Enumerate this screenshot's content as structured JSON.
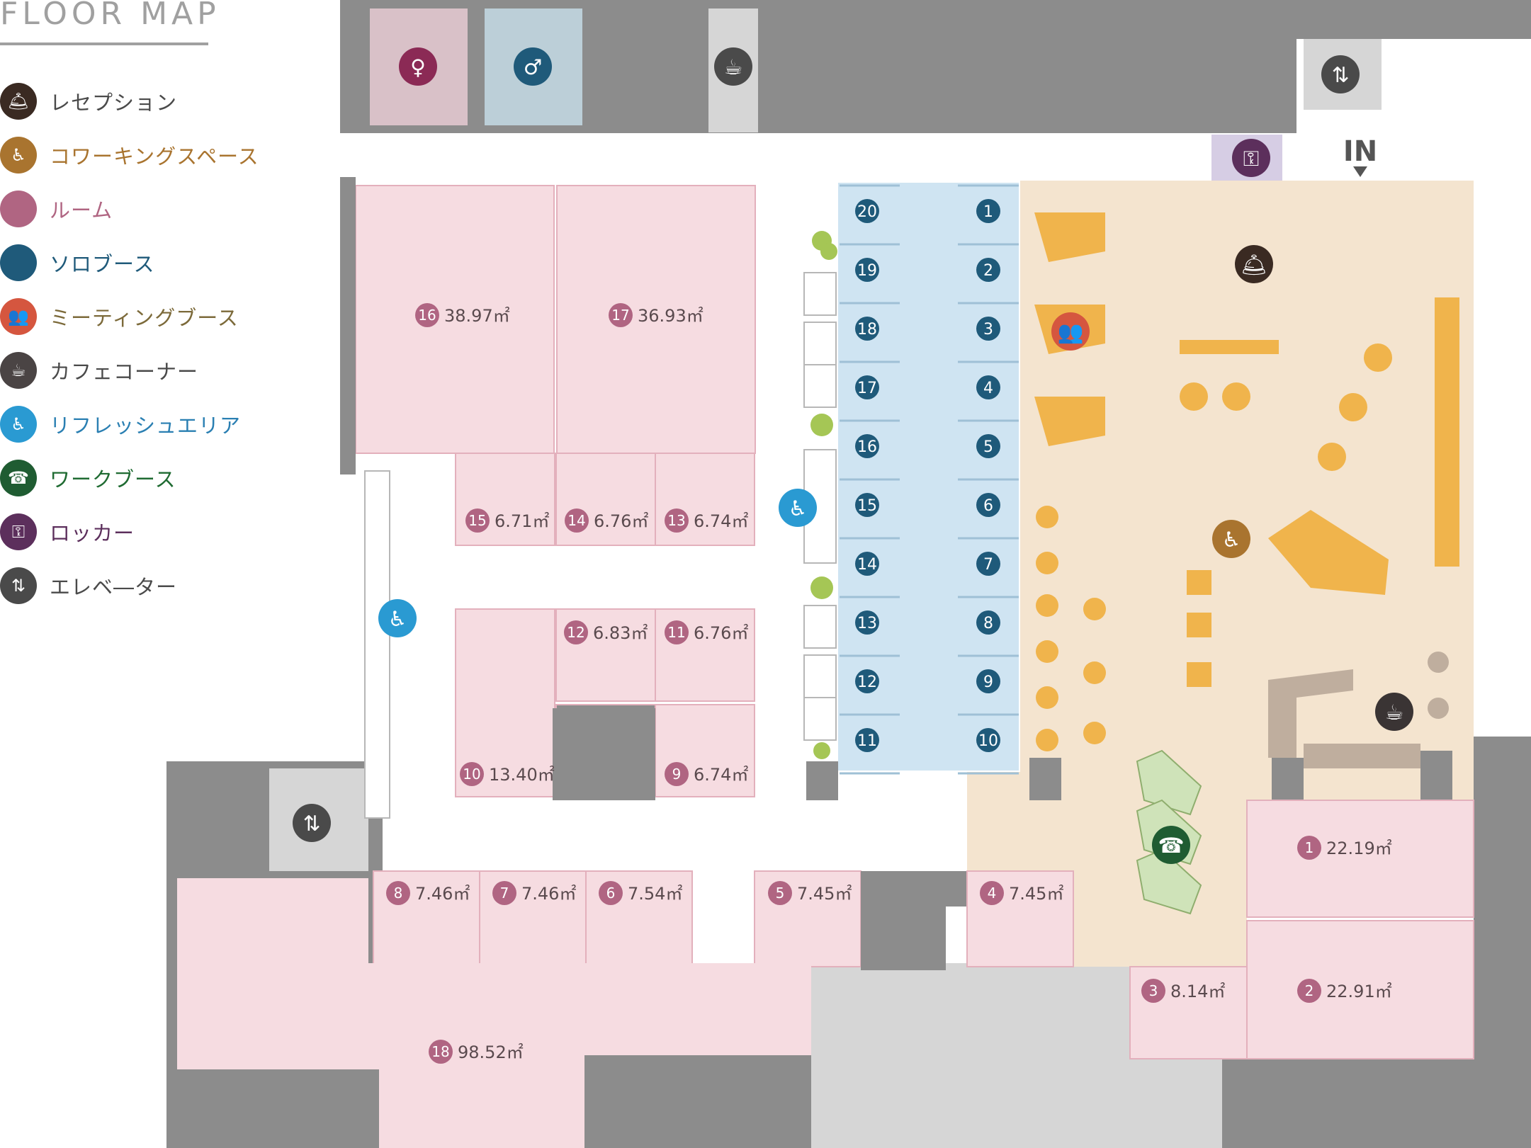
{
  "title": "FLOOR MAP",
  "legend": [
    {
      "label": "レセプション",
      "icon": "reception-icon",
      "color": "#3a2a22",
      "glyph": "🛎"
    },
    {
      "label": "コワーキングスペース",
      "icon": "coworking-icon",
      "color": "#a9742f",
      "glyph": "♿"
    },
    {
      "label": "ルーム",
      "icon": "room-icon",
      "color": "#b06582",
      "glyph": ""
    },
    {
      "label": "ソロブース",
      "icon": "solo-booth-icon",
      "color": "#1f5a7a",
      "glyph": ""
    },
    {
      "label": "ミーティングブース",
      "icon": "meeting-booth-icon",
      "color": "#d5563f",
      "glyph": "👥"
    },
    {
      "label": "カフェコーナー",
      "icon": "cafe-icon",
      "color": "#4a4444",
      "glyph": "☕"
    },
    {
      "label": "リフレッシュエリア",
      "icon": "refresh-area-icon",
      "color": "#2a9ad2",
      "glyph": "♿"
    },
    {
      "label": "ワークブース",
      "icon": "phone-icon",
      "color": "#1f5c32",
      "glyph": "☎"
    },
    {
      "label": "ロッカー",
      "icon": "key-icon",
      "color": "#5c2f5c",
      "glyph": "⚿"
    },
    {
      "label": "エレベ―ター",
      "icon": "elevator-icon",
      "color": "#4a4a4a",
      "glyph": "⇅"
    }
  ],
  "legend_text_colors": [
    "#4a4a4a",
    "#a9742f",
    "#b06582",
    "#1f5a7a",
    "#7c6a3a",
    "#4a4a4a",
    "#2a7fb2",
    "#1f6b32",
    "#5c2f5c",
    "#4a4a4a"
  ],
  "entrance_label": "IN",
  "rooms": [
    {
      "num": "1",
      "area": "22.19㎡"
    },
    {
      "num": "2",
      "area": "22.91㎡"
    },
    {
      "num": "3",
      "area": "8.14㎡"
    },
    {
      "num": "4",
      "area": "7.45㎡"
    },
    {
      "num": "5",
      "area": "7.45㎡"
    },
    {
      "num": "6",
      "area": "7.54㎡"
    },
    {
      "num": "7",
      "area": "7.46㎡"
    },
    {
      "num": "8",
      "area": "7.46㎡"
    },
    {
      "num": "9",
      "area": "6.74㎡"
    },
    {
      "num": "10",
      "area": "13.40㎡"
    },
    {
      "num": "11",
      "area": "6.76㎡"
    },
    {
      "num": "12",
      "area": "6.83㎡"
    },
    {
      "num": "13",
      "area": "6.74㎡"
    },
    {
      "num": "14",
      "area": "6.76㎡"
    },
    {
      "num": "15",
      "area": "6.71㎡"
    },
    {
      "num": "16",
      "area": "38.97㎡"
    },
    {
      "num": "17",
      "area": "36.93㎡"
    },
    {
      "num": "18",
      "area": "98.52㎡"
    }
  ],
  "solo_booths_left": [
    "20",
    "19",
    "18",
    "17",
    "16",
    "15",
    "14",
    "13",
    "12",
    "11"
  ],
  "solo_booths_right": [
    "1",
    "2",
    "3",
    "4",
    "5",
    "6",
    "7",
    "8",
    "9",
    "10"
  ],
  "colors": {
    "wall": "#8c8c8c",
    "wall_light": "#d6d6d6",
    "room": "#f6dce1",
    "room_line": "#e6b7c1",
    "solo": "#cfe4f2",
    "cowork": "#f4e4cf",
    "furniture": "#f0b44c",
    "booth_green": "#cfe3b9",
    "solo_badge": "#1f5a7a",
    "room_badge": "#b06582"
  }
}
